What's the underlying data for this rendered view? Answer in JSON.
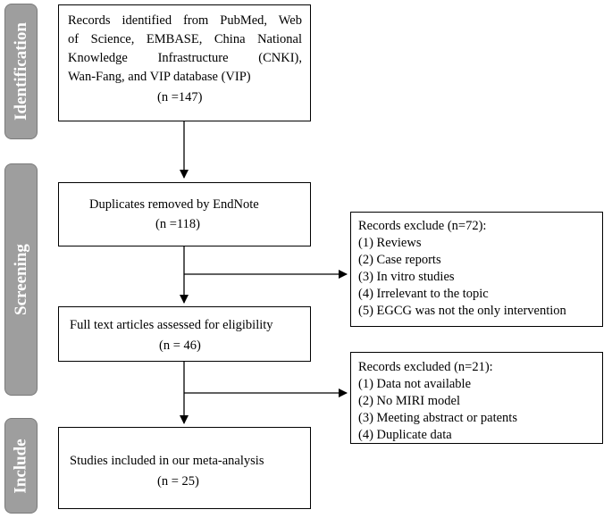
{
  "phases": {
    "identification": "Identification",
    "screening": "Screening",
    "include": "Include"
  },
  "box_identified": {
    "lines": [
      "Records identified from PubMed, Web",
      "of Science, EMBASE, China National",
      "Knowledge Infrastructure (CNKI),",
      "Wan-Fang, and VIP database (VIP)"
    ],
    "count": "(n =147)"
  },
  "box_duplicates": {
    "text": "Duplicates removed by EndNote",
    "count": "(n =118)"
  },
  "box_exclude_1": {
    "title": "Records exclude (n=72):",
    "items": [
      "(1) Reviews",
      "(2) Case reports",
      "(3) In vitro studies",
      "(4) Irrelevant to the topic",
      "(5) EGCG was not the only intervention"
    ]
  },
  "box_fulltext": {
    "text": "Full text articles assessed for eligibility",
    "count": "(n = 46)"
  },
  "box_exclude_2": {
    "title": "Records excluded (n=21):",
    "items": [
      "(1)  Data not available",
      "(2)  No MIRI model",
      "(3)  Meeting abstract or patents",
      "(4)  Duplicate data"
    ]
  },
  "box_included": {
    "text": "Studies included in our meta-analysis",
    "count": "(n = 25)"
  },
  "colors": {
    "phase_fill": "#9e9e9e",
    "phase_text": "#ffffff",
    "line": "#000000"
  }
}
